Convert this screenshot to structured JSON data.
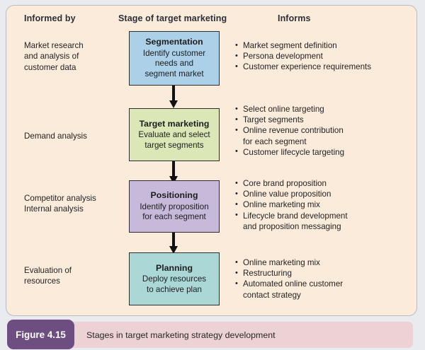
{
  "figure": {
    "badge_label": "Figure 4.15",
    "caption": "Stages in target marketing strategy development"
  },
  "headers": {
    "informed_by": "Informed by",
    "stage": "Stage of target marketing",
    "informs": "Informs"
  },
  "colors": {
    "panel_background": "#fbebdb",
    "outer_background": "#e9ebef",
    "segmentation_box": "#acd0e8",
    "target_marketing_box": "#dbe7b6",
    "positioning_box": "#c6b9da",
    "planning_box": "#abd8d7",
    "badge_purple": "#6e4e80",
    "caption_pink": "#ecd1d5"
  },
  "rows": [
    {
      "informed_by": [
        "Market research",
        "and analysis of",
        "customer data"
      ],
      "stage": {
        "title": "Segmentation",
        "description": [
          "Identify customer",
          "needs and",
          "segment market"
        ],
        "fill": "#acd0e8"
      },
      "informs": [
        {
          "text": "Market segment definition",
          "continuation": []
        },
        {
          "text": "Persona development",
          "continuation": []
        },
        {
          "text": "Customer experience requirements",
          "continuation": []
        }
      ]
    },
    {
      "informed_by": [
        "Demand analysis"
      ],
      "stage": {
        "title": "Target marketing",
        "description": [
          "Evaluate and select",
          "target segments"
        ],
        "fill": "#dbe7b6"
      },
      "informs": [
        {
          "text": "Select online targeting",
          "continuation": []
        },
        {
          "text": "Target segments",
          "continuation": []
        },
        {
          "text": "Online revenue contribution",
          "continuation": [
            "for each segment"
          ]
        },
        {
          "text": "Customer lifecycle targeting",
          "continuation": []
        }
      ]
    },
    {
      "informed_by": [
        "Competitor analysis",
        "Internal analysis"
      ],
      "stage": {
        "title": "Positioning",
        "description": [
          "Identify proposition",
          "for each segment"
        ],
        "fill": "#c6b9da"
      },
      "informs": [
        {
          "text": "Core brand proposition",
          "continuation": []
        },
        {
          "text": "Online value proposition",
          "continuation": []
        },
        {
          "text": "Online marketing mix",
          "continuation": []
        },
        {
          "text": "Lifecycle brand development",
          "continuation": [
            "and proposition messaging"
          ]
        }
      ]
    },
    {
      "informed_by": [
        "Evaluation of",
        "resources"
      ],
      "stage": {
        "title": "Planning",
        "description": [
          "Deploy resources",
          "to achieve plan"
        ],
        "fill": "#abd8d7"
      },
      "informs": [
        {
          "text": "Online marketing mix",
          "continuation": []
        },
        {
          "text": "Restructuring",
          "continuation": []
        },
        {
          "text": "Automated online customer",
          "continuation": [
            "contact strategy"
          ]
        }
      ]
    }
  ]
}
